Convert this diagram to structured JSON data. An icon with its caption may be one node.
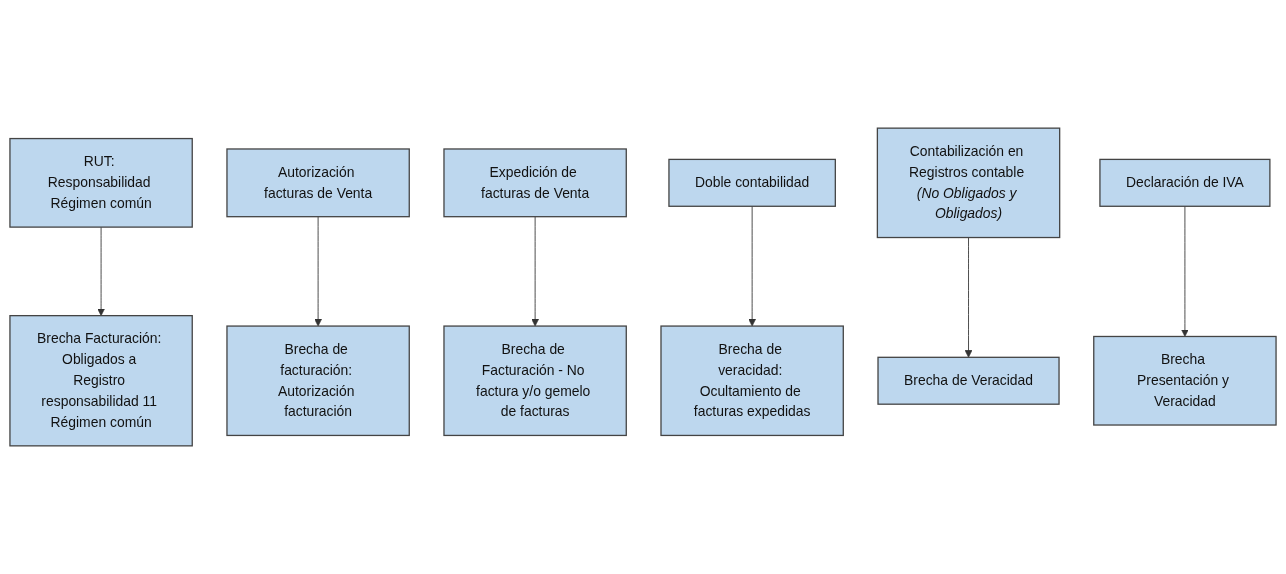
{
  "diagram": {
    "nodes": [
      {
        "text": [
          "RUT: Responsabilidad Régimen común"
        ]
      },
      {
        "text": [
          "Autorización facturas de Venta"
        ]
      },
      {
        "text": [
          "Expedición de facturas de Venta"
        ]
      },
      {
        "text": [
          "Doble contabilidad"
        ]
      },
      {
        "text": [
          "Contabilización en Registros contable *(No Obligados y Obligados)*"
        ]
      },
      {
        "text": [
          "Declaración de IVA"
        ]
      },
      {
        "text": [
          "Brecha Facturación: Obligados a Registro responsabilidad 11 Régimen común"
        ]
      },
      {
        "text": [
          "Brecha de facturación: Autorización facturación"
        ]
      },
      {
        "text": [
          "Brecha de Facturación - No factura y/o gemelo de facturas"
        ]
      },
      {
        "text": [
          "Brecha de veracidad: Ocultamiento de facturas expedidas"
        ]
      },
      {
        "text": [
          "Brecha de Veracidad"
        ]
      },
      {
        "text": [
          "Brecha Presentación y Veracidad"
        ]
      }
    ],
    "edges": [
      {
        "from": 0,
        "to": 6,
        "arrow": "to"
      },
      {
        "from": 1,
        "to": 7,
        "arrow": "to"
      },
      {
        "from": 2,
        "to": 8,
        "arrow": "to"
      },
      {
        "from": 3,
        "to": 9,
        "arrow": "to"
      },
      {
        "from": 4,
        "to": 10,
        "arrow": "to"
      },
      {
        "from": 5,
        "to": 11,
        "arrow": "to"
      }
    ]
  }
}
